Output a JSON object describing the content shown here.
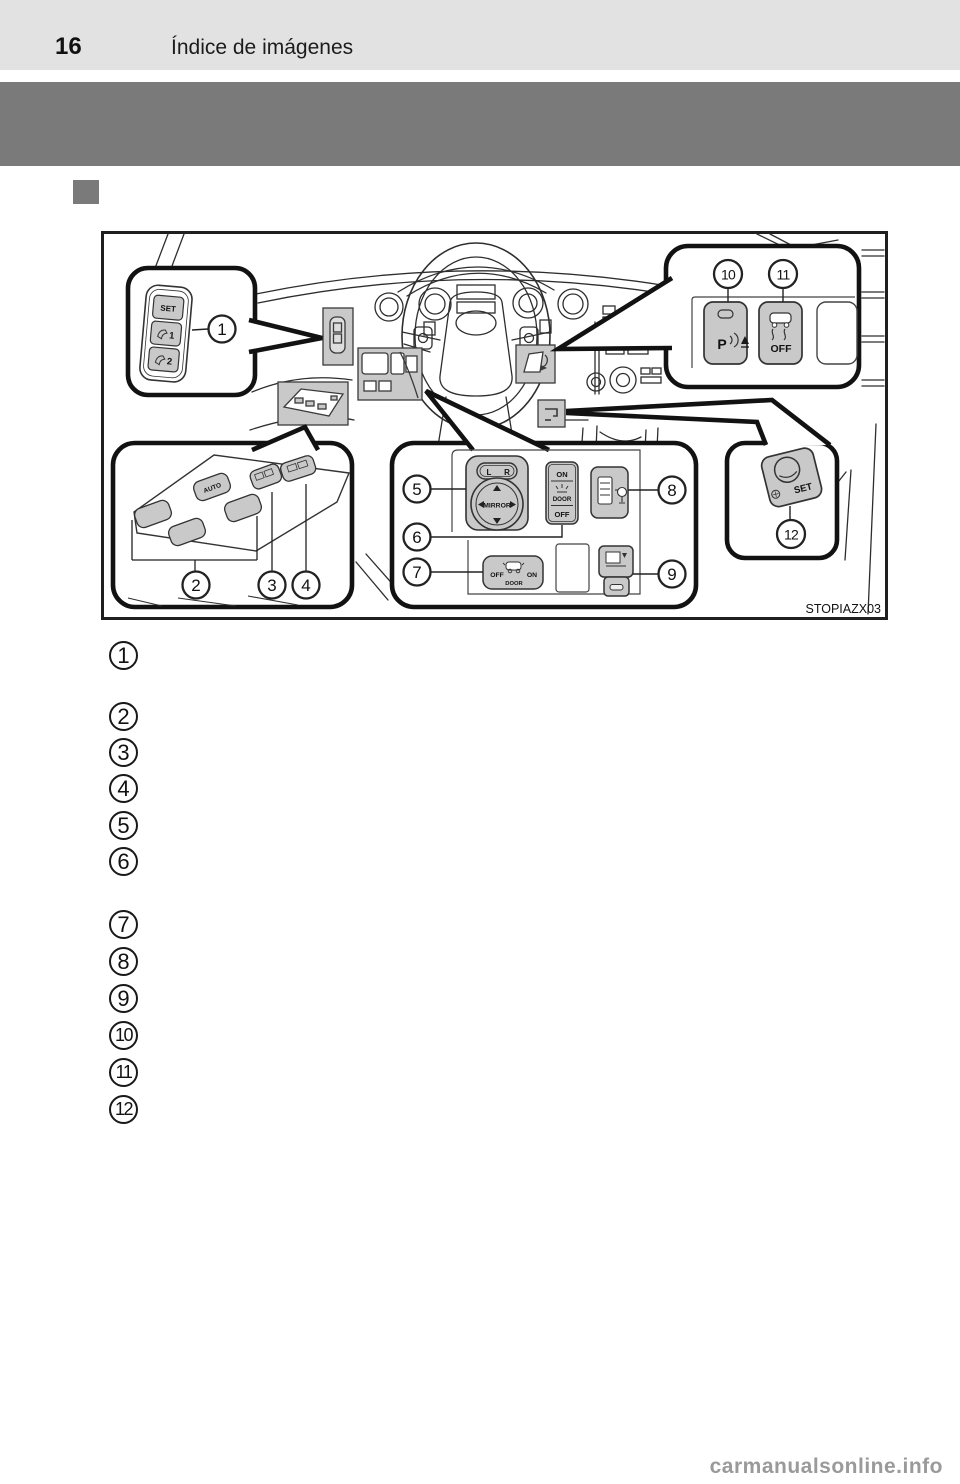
{
  "page": {
    "number": "16",
    "title": "Índice de imágenes"
  },
  "colors": {
    "header_bg": "#e2e2e2",
    "divider_band": "#7a7a7a",
    "section_marker": "#7a7a7a",
    "button_gray": "#c9c9c9",
    "line_art": "#2e2e2e",
    "watermark_gray": "#9a9a9a"
  },
  "diagram": {
    "figure_code": "STOPIAZX03",
    "callouts": [
      {
        "n": "1"
      },
      {
        "n": "2"
      },
      {
        "n": "3"
      },
      {
        "n": "4"
      },
      {
        "n": "5"
      },
      {
        "n": "6"
      },
      {
        "n": "7"
      },
      {
        "n": "8"
      },
      {
        "n": "9"
      },
      {
        "n": "10"
      },
      {
        "n": "11"
      },
      {
        "n": "12"
      }
    ],
    "seat_memory_switch": {
      "set": "SET",
      "memory1": "1",
      "memory2": "2"
    },
    "window_master_switch": {
      "auto": "AUTO"
    },
    "mirror_switch": {
      "left": "L",
      "right": "R",
      "label": "MIRROR"
    },
    "headlight_switch": {
      "on": "ON",
      "door": "DOOR",
      "off": "OFF"
    },
    "dome_light_switch": {
      "off": "OFF",
      "on": "ON",
      "door": "DOOR"
    },
    "sonar_button": {
      "label": "P"
    },
    "vsc_button": {
      "label": "OFF"
    },
    "steering_set_button": {
      "label": "SET"
    }
  },
  "list": {
    "items": [
      {
        "n": "1"
      },
      {
        "n": "2"
      },
      {
        "n": "3"
      },
      {
        "n": "4"
      },
      {
        "n": "5"
      },
      {
        "n": "6"
      },
      {
        "n": "7"
      },
      {
        "n": "8"
      },
      {
        "n": "9"
      },
      {
        "n": "10"
      },
      {
        "n": "11"
      },
      {
        "n": "12"
      }
    ]
  },
  "footer": {
    "watermark": "carmanualsonline.info"
  }
}
